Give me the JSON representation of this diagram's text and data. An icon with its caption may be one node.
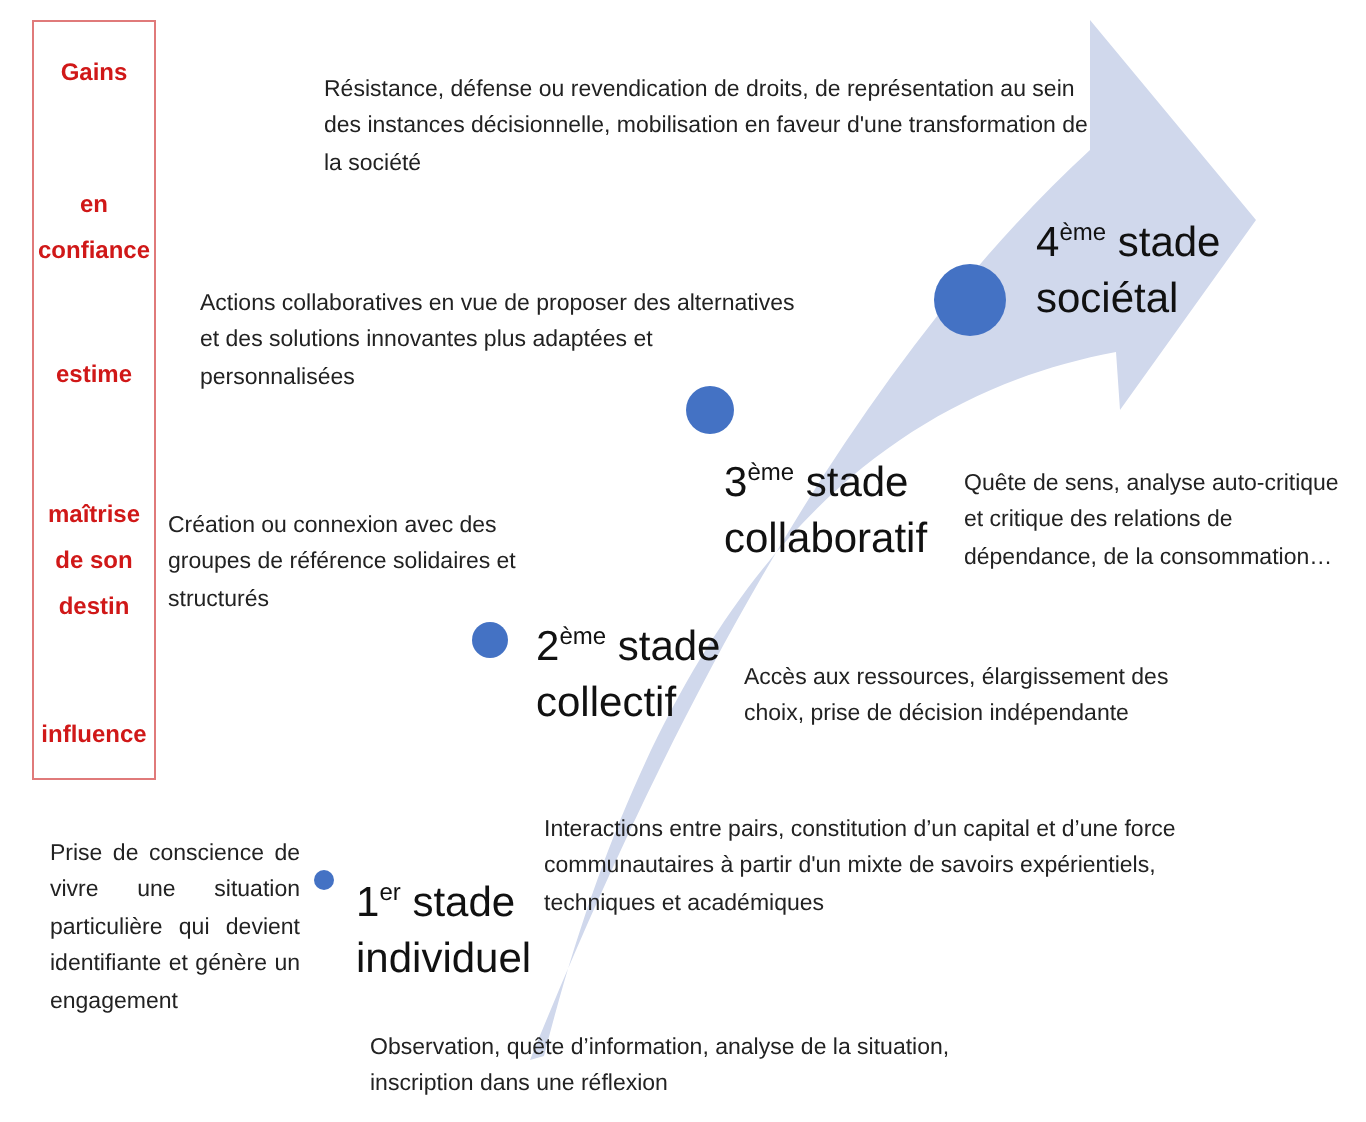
{
  "diagram": {
    "nodes": [
      {
        "text": [
          "Gains",
          "en confiance",
          "estime",
          "maîtrise de son destin",
          "influence"
        ]
      }
    ],
    "edges": [],
    "labels": [
      "Résistance, défense ou revendication de droits, de représentation au sein des instances décisionnelle, mobilisation en faveur d'une transformation de la société",
      "Actions collaboratives en vue de proposer des alternatives et des solutions innovantes plus adaptées et personnalisées",
      "4$^{ème}$ stade sociétal",
      "Création ou connexion avec des groupes de référence solidaires et structurés",
      "3$^{ème}$ stade collaboratif",
      "Quête de sens, analyse auto-critique et critique des relations de dépendance, de la consommation…",
      "2$^{ème}$ stade collectif",
      "Accès aux ressources, élargissement des choix, prise de décision indépendante",
      "Interactions entre pairs, constitution d’un capital et d’une force communautaires à partir d'un mixte de savoirs expérientiels, techniques et académiques",
      "Prise de conscience de vivre une situation particulière qui devient identifiante et génère un engagement",
      "1$^{er}$ stade individuel",
      "Observation, quête d’information, analyse de la situation, inscription dans une réflexion"
    ]
  }
}
